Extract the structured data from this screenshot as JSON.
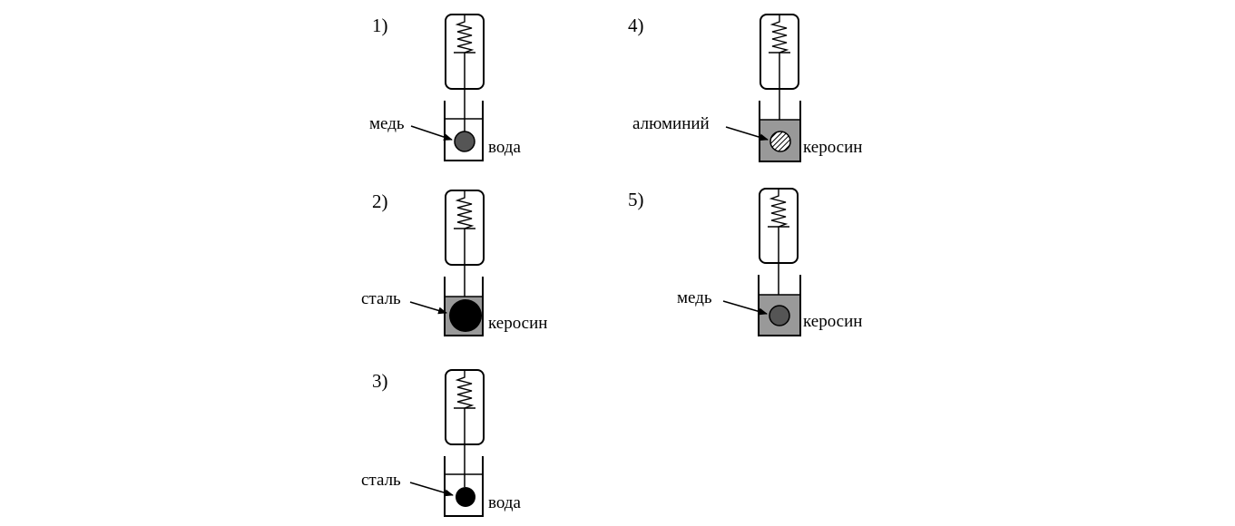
{
  "panels": [
    {
      "number": "1)",
      "object": "медь",
      "liquid": "вода",
      "ball": "copper",
      "liquid_fill": "none"
    },
    {
      "number": "2)",
      "object": "сталь",
      "liquid": "керосин",
      "ball": "steel-large",
      "liquid_fill": "kerosene"
    },
    {
      "number": "3)",
      "object": "сталь",
      "liquid": "вода",
      "ball": "steel",
      "liquid_fill": "none"
    },
    {
      "number": "4)",
      "object": "алюминий",
      "liquid": "керосин",
      "ball": "aluminium",
      "liquid_fill": "kerosene"
    },
    {
      "number": "5)",
      "object": "медь",
      "liquid": "керосин",
      "ball": "copper",
      "liquid_fill": "kerosene"
    }
  ],
  "colors": {
    "kerosene": "#999999",
    "copper": "#555555",
    "steel": "#000000",
    "stroke": "#000000"
  }
}
